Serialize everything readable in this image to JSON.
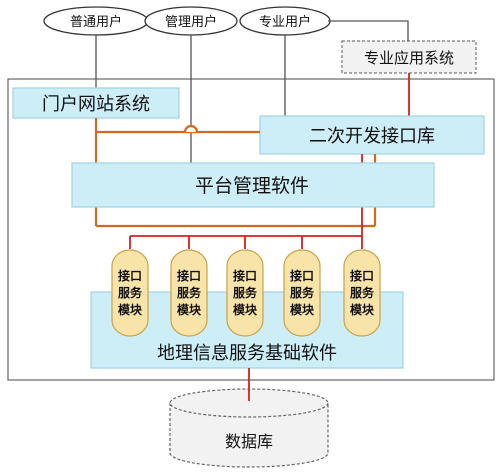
{
  "users": [
    "普通用户",
    "管理用户",
    "专业用户"
  ],
  "external_system": "专业应用系统",
  "portal": "门户网站系统",
  "dev_interface": "二次开发接口库",
  "platform": "平台管理软件",
  "module_label_lines": [
    "接口",
    "服务",
    "模块"
  ],
  "module_count": 5,
  "gis_foundation": "地理信息服务基础软件",
  "database": "数据库",
  "colors": {
    "box_fill": "#cdeef7",
    "box_stroke": "#9fd3e3",
    "module_fill": "#f8e4a8",
    "module_stroke": "#c9a24a",
    "orange_line": "#d2691e",
    "red_line": "#d62020",
    "gray_line": "#555555"
  }
}
